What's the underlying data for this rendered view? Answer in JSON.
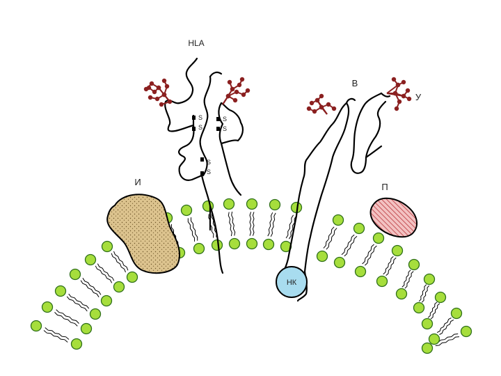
{
  "labels": {
    "hla": "HLA",
    "b": "В",
    "y": "У",
    "i": "И",
    "p": "П",
    "nk": "НК",
    "s": "S"
  },
  "colors": {
    "lipid_head": "#a6de3c",
    "lipid_outline": "#2f6f1a",
    "glycan": "#8b2020",
    "integral_protein": "#dcc38e",
    "peripheral_protein": "#e8a0a0",
    "nk_circle": "#a8dcef"
  }
}
